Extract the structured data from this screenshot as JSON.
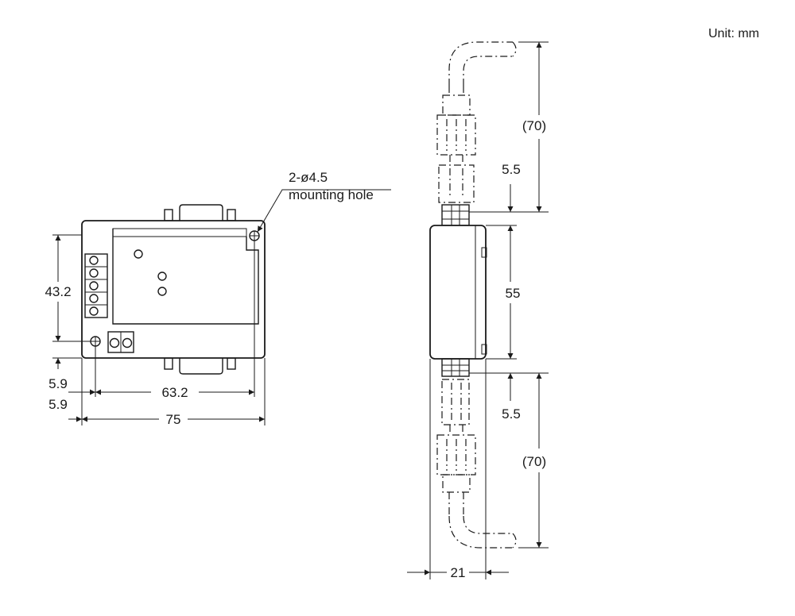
{
  "unit_label": "Unit: mm",
  "front_view": {
    "hole_label_line1": "2-ø4.5",
    "hole_label_line2": "mounting hole",
    "dim_height": "43.2",
    "dim_offset_top": "5.9",
    "dim_offset_bottom": "5.9",
    "dim_hole_pitch": "63.2",
    "dim_width": "75"
  },
  "side_view": {
    "dim_cable_top": "(70)",
    "dim_connector_top": "5.5",
    "dim_body_height": "55",
    "dim_connector_bottom": "5.5",
    "dim_cable_bottom": "(70)",
    "dim_depth": "21"
  },
  "colors": {
    "ink": "#1a1a1a",
    "paper": "#ffffff"
  }
}
